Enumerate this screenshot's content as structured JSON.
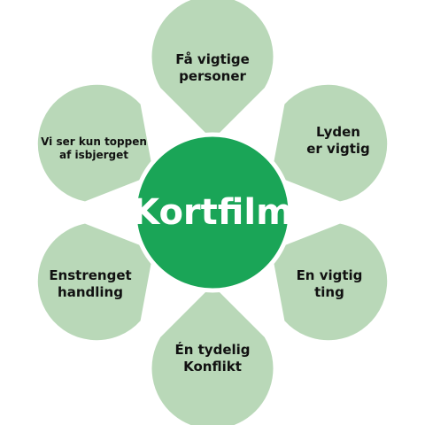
{
  "center": {
    "label": "Kortfilm"
  },
  "petals": [
    {
      "line1": "Få vigtige",
      "line2": "personer"
    },
    {
      "line1": "Lyden",
      "line2": "er vigtig"
    },
    {
      "line1": "En vigtig",
      "line2": "ting"
    },
    {
      "line1": "Én tydelig",
      "line2": "Konflikt"
    },
    {
      "line1": "Enstrenget",
      "line2": "handling"
    },
    {
      "line1": "Vi ser kun toppen",
      "line2": "af isbjerget"
    }
  ],
  "colors": {
    "petal_fill": "#b9d8b8",
    "petal_border": "#ffffff",
    "center_fill": "#1aa557",
    "center_border": "#ffffff",
    "text": "#111111",
    "center_text": "#ffffff"
  }
}
